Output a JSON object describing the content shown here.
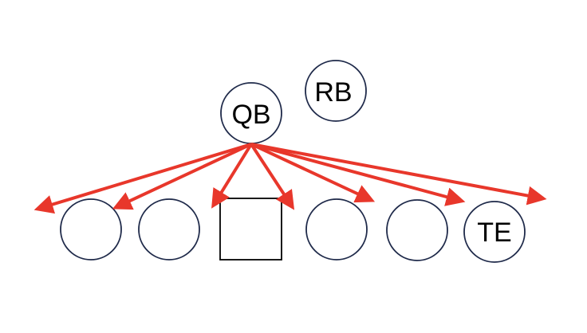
{
  "diagram": {
    "labels": {
      "qb": "QB",
      "rb": "RB",
      "te": "TE"
    },
    "colors": {
      "circle_stroke": "#1f2a4a",
      "square_stroke": "#000000",
      "arrow": "#e8372b",
      "background": "#ffffff"
    },
    "arrow_count": 7
  }
}
